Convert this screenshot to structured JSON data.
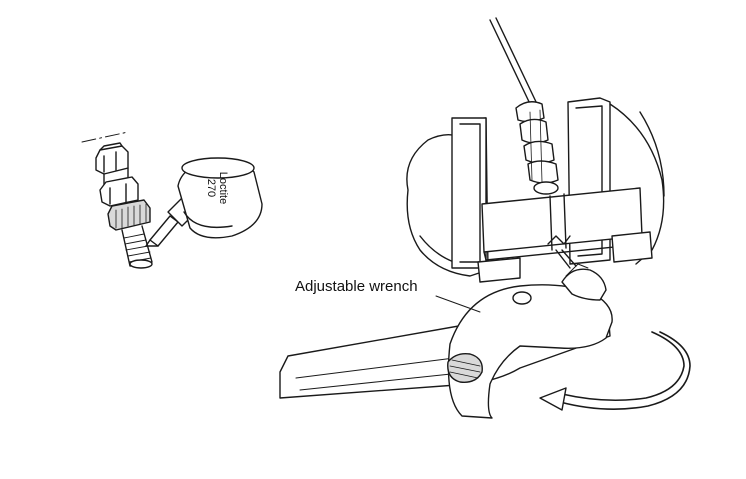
{
  "labels": {
    "adjustable_wrench": "Adjustable wrench",
    "bottle_brand": "Loctite",
    "bottle_grade": "270"
  },
  "colors": {
    "line": "#1a1a1a",
    "fill": "#ffffff",
    "shade": "#d9d9d9"
  },
  "icons": {
    "rotation": "curved-arrow-icon"
  }
}
